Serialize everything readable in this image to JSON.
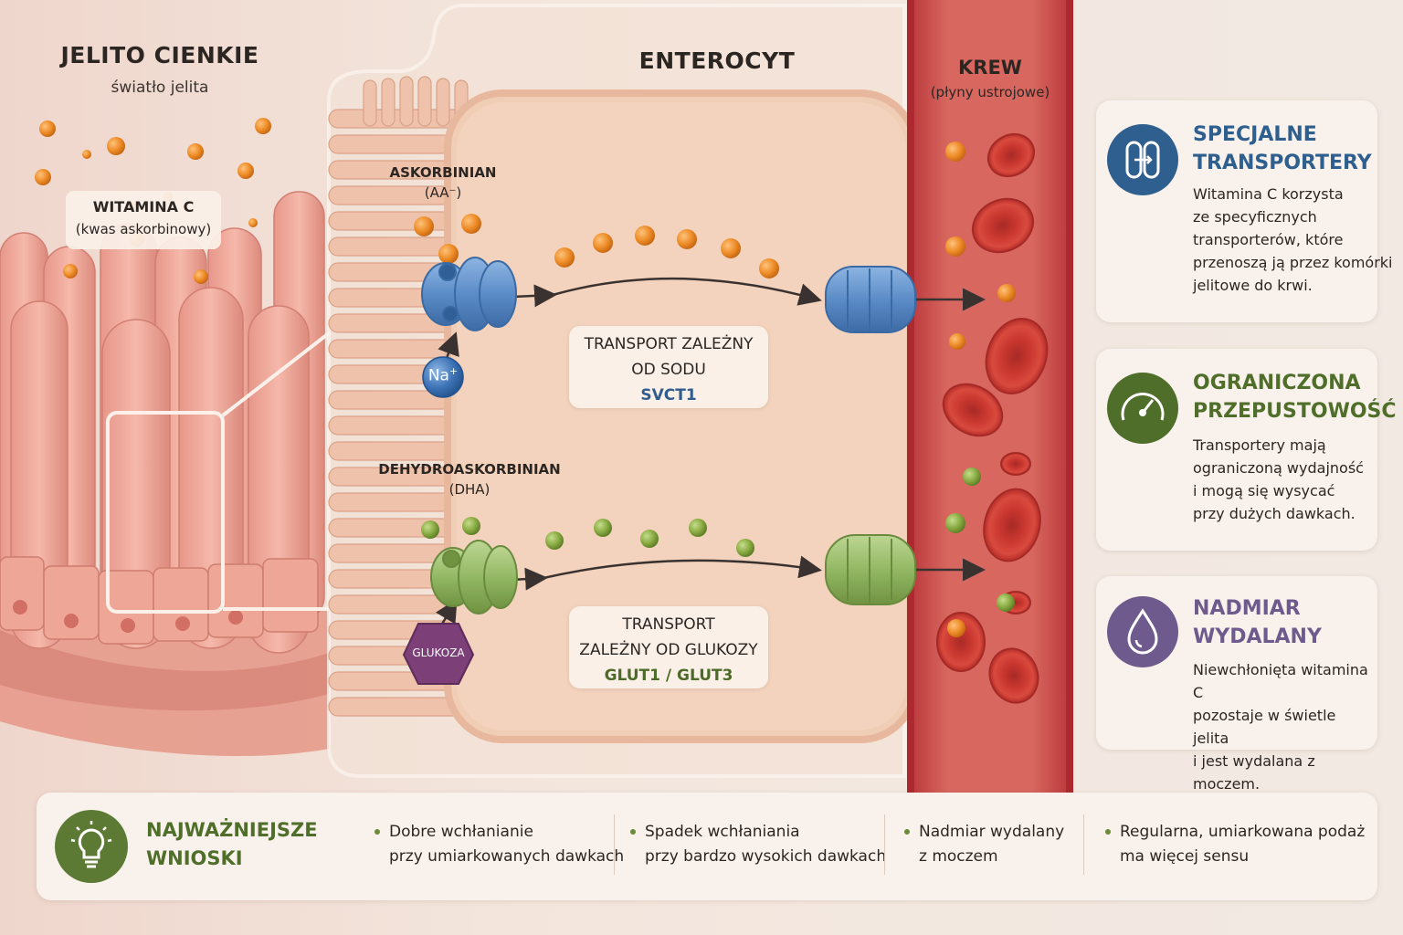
{
  "left": {
    "title": "JELITO CIENKIE",
    "subtitle": "światło jelita",
    "vitamin_name": "WITAMINA C",
    "vitamin_sub": "(kwas askorbinowy)"
  },
  "center": {
    "title": "ENTEROCYT",
    "ascorbate_label": "ASKORBINIAN",
    "ascorbate_formula": "(AA⁻)",
    "sodium": "Na",
    "sodium_charge": "+",
    "box1_line1": "TRANSPORT ZALEŻNY",
    "box1_line2": "OD SODU",
    "box1_code": "SVCT1",
    "dha_label": "DEHYDROASKORBINIAN",
    "dha_formula": "(DHA)",
    "glucose": "GLUKOZA",
    "box2_line1": "TRANSPORT",
    "box2_line2": "ZALEŻNY OD GLUKOZY",
    "box2_code": "GLUT1 / GLUT3"
  },
  "blood": {
    "title": "KREW",
    "subtitle": "(płyny ustrojowe)"
  },
  "cards": [
    {
      "title_1": "SPECJALNE",
      "title_2": "TRANSPORTERY",
      "color": "#2e5f8e",
      "icon": "transporter-icon",
      "lines": [
        "Witamina C korzysta",
        "ze specyficznych",
        "transporterów, które",
        "przenoszą ją przez komórki",
        "jelitowe do krwi."
      ]
    },
    {
      "title_1": "OGRANICZONA",
      "title_2": "PRZEPUSTOWOŚĆ",
      "color": "#4f6e2a",
      "icon": "gauge-icon",
      "lines": [
        "Transportery mają",
        "ograniczoną wydajność",
        "i mogą się wysycać",
        "przy dużych dawkach."
      ]
    },
    {
      "title_1": "NADMIAR",
      "title_2": "WYDALANY",
      "color": "#6e5a8c",
      "icon": "droplet-icon",
      "lines": [
        "Niewchłonięta witamina C",
        "pozostaje w świetle jelita",
        "i jest wydalana z moczem."
      ]
    }
  ],
  "summary": {
    "title_1": "NAJWAŻNIEJSZE",
    "title_2": "WNIOSKI",
    "icon": "lightbulb-icon",
    "points": [
      {
        "l1": "Dobre wchłanianie",
        "l2": "przy umiarkowanych dawkach"
      },
      {
        "l1": "Spadek wchłaniania",
        "l2": "przy bardzo wysokich dawkach"
      },
      {
        "l1": "Nadmiar wydalany",
        "l2": "z moczem"
      },
      {
        "l1": "Regularna, umiarkowana podaż",
        "l2": "ma więcej sensu"
      }
    ]
  },
  "colors": {
    "ascorbate": "#e88424",
    "dha": "#7fa23c",
    "svct": "#5b8cc7",
    "glut": "#93b864",
    "blood": "#c9443d",
    "glucose": "#7c3f78"
  }
}
